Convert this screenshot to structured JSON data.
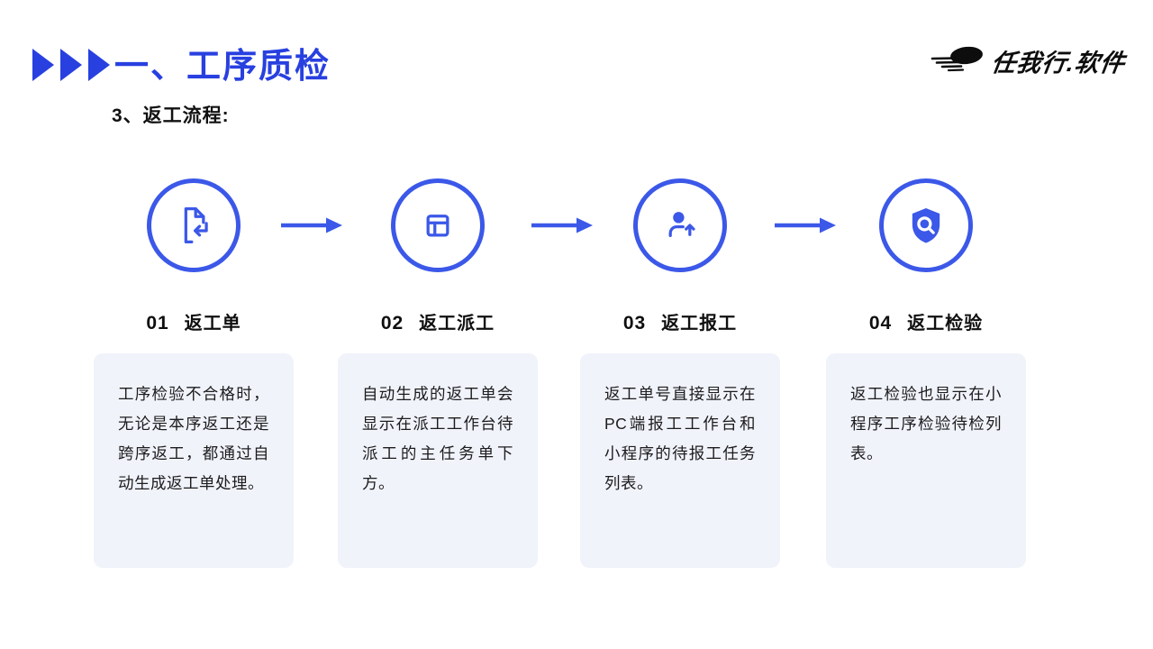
{
  "header": {
    "title": "一、工序质检",
    "logo_text": "任我行.软件",
    "logo_icon": "speed-ellipse-icon",
    "title_marker_icon": "triple-right-triangles-icon"
  },
  "section": {
    "subtitle": "3、返工流程:"
  },
  "flow": {
    "connector_icon": "arrow-right-icon",
    "steps": [
      {
        "number": "01",
        "label": "返工单",
        "icon": "document-return-icon",
        "description": "工序检验不合格时，无论是本序返工还是跨序返工，都通过自动生成返工单处理。"
      },
      {
        "number": "02",
        "label": "返工派工",
        "icon": "grid-layout-icon",
        "description": "自动生成的返工单会显示在派工工作台待派工的主任务单下方。"
      },
      {
        "number": "03",
        "label": "返工报工",
        "icon": "person-upload-icon",
        "description": "返工单号直接显示在PC端报工工作台和小程序的待报工任务列表。"
      },
      {
        "number": "04",
        "label": "返工检验",
        "icon": "shield-search-icon",
        "description": "返工检验也显示在小程序工序检验待检列表。"
      }
    ]
  },
  "colors": {
    "accent_blue": "#2840E0",
    "icon_blue": "#3B58E8",
    "card_bg": "#F1F3FB",
    "text_dark": "#1C1C1E",
    "logo_black": "#0D0D0D"
  }
}
